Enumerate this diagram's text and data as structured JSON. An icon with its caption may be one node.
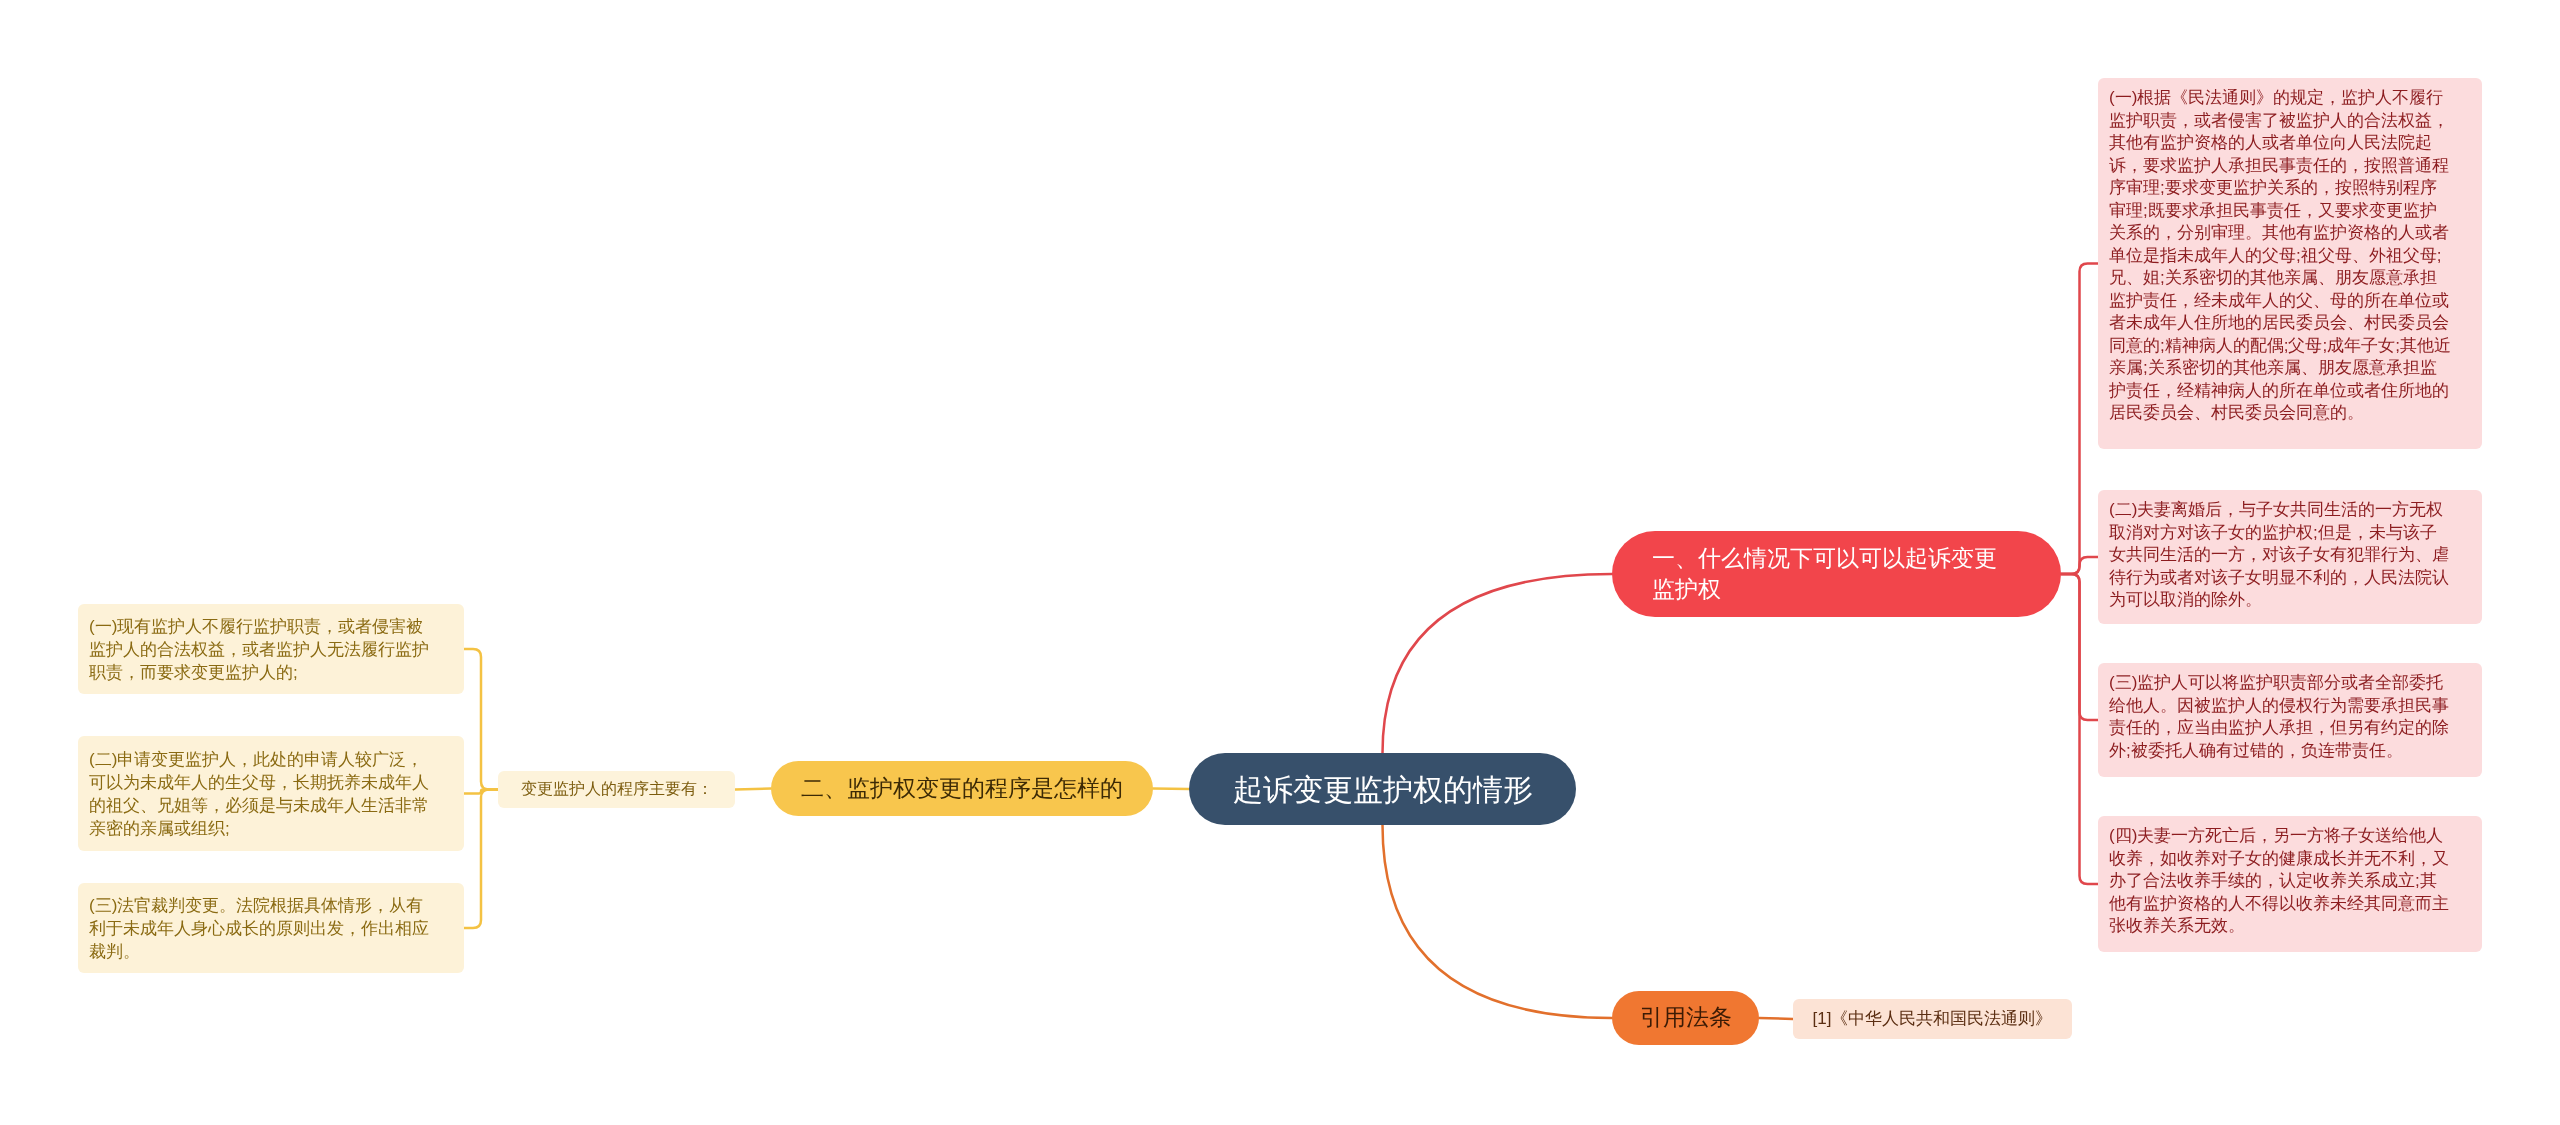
{
  "diagram": {
    "nodes": [
      {
        "text": [
          "起诉变更监护权的情形"
        ]
      },
      {
        "text": [
          "一、什么情况下可以可以起诉变更监护权"
        ]
      },
      {
        "text": [
          "(一)根据《民法通则》的规定，监护人不履行监护职责，或者侵害了被监护人的合法权益，其他有监护资格的人或者单位向人民法院起诉，要求监护人承担民事责任的，按照普通程序审理;要求变更监护关系的，按照特别程序审理;既要求承担民事责任，又要求变更监护关系的，分别审理。其他有监护资格的人或者单位是指未成年人的父母;祖父母、外祖父母;兄、姐;关系密切的其他亲属、朋友愿意承担监护责任，经未成年人的父、母的所在单位或者未成年人住所地的居民委员会、村民委员会同意的;精神病人的配偶;父母;成年子女;其他近亲属;关系密切的其他亲属、朋友愿意承担监护责任，经精神病人的所在单位或者住所地的居民委员会、村民委员会同意的。"
        ]
      },
      {
        "text": [
          "(二)夫妻离婚后，与子女共同生活的一方无权取消对方对该子女的监护权;但是，未与该子女共同生活的一方，对该子女有犯罪行为、虐待行为或者对该子女明显不利的，人民法院认为可以取消的除外。"
        ]
      },
      {
        "text": [
          "(三)监护人可以将监护职责部分或者全部委托给他人。因被监护人的侵权行为需要承担民事责任的，应当由监护人承担，但另有约定的除外;被委托人确有过错的，负连带责任。"
        ]
      },
      {
        "text": [
          "(四)夫妻一方死亡后，另一方将子女送给他人收养，如收养对子女的健康成长并无不利，又办了合法收养手续的，认定收养关系成立;其他有监护资格的人不得以收养未经其同意而主张收养关系无效。"
        ]
      },
      {
        "text": [
          "二、监护权变更的程序是怎样的"
        ]
      },
      {
        "text": [
          "变更监护人的程序主要有："
        ]
      },
      {
        "text": [
          "(一)现有监护人不履行监护职责，或者侵害被监护人的合法权益，或者监护人无法履行监护职责，而要求变更监护人的;"
        ]
      },
      {
        "text": [
          "(二)申请变更监护人，此处的申请人较广泛，可以为未成年人的生父母，长期抚养未成年人的祖父、兄姐等，必须是与未成年人生活非常亲密的亲属或组织;"
        ]
      },
      {
        "text": [
          "(三)法官裁判变更。法院根据具体情形，从有利于未成年人身心成长的原则出发，作出相应裁判。"
        ]
      },
      {
        "text": [
          "引用法条"
        ]
      },
      {
        "text": [
          "[1]《中华人民共和国民法通则》"
        ]
      }
    ],
    "edges": [
      {
        "from": 0,
        "to": 1,
        "arrow": "none",
        "color": "#e0474c"
      },
      {
        "from": 1,
        "to": 2,
        "arrow": "none",
        "color": "#e0474c"
      },
      {
        "from": 1,
        "to": 3,
        "arrow": "none",
        "color": "#e0474c"
      },
      {
        "from": 1,
        "to": 4,
        "arrow": "none",
        "color": "#e0474c"
      },
      {
        "from": 1,
        "to": 5,
        "arrow": "none",
        "color": "#e0474c"
      },
      {
        "from": 0,
        "to": 6,
        "arrow": "none",
        "color": "#f4c243"
      },
      {
        "from": 6,
        "to": 7,
        "arrow": "none",
        "color": "#f4c243"
      },
      {
        "from": 7,
        "to": 8,
        "arrow": "none",
        "color": "#f4c243"
      },
      {
        "from": 7,
        "to": 9,
        "arrow": "none",
        "color": "#f4c243"
      },
      {
        "from": 7,
        "to": 10,
        "arrow": "none",
        "color": "#f4c243"
      },
      {
        "from": 0,
        "to": 11,
        "arrow": "none",
        "color": "#e2702c"
      },
      {
        "from": 11,
        "to": 12,
        "arrow": "none",
        "color": "#e2702c"
      }
    ]
  }
}
